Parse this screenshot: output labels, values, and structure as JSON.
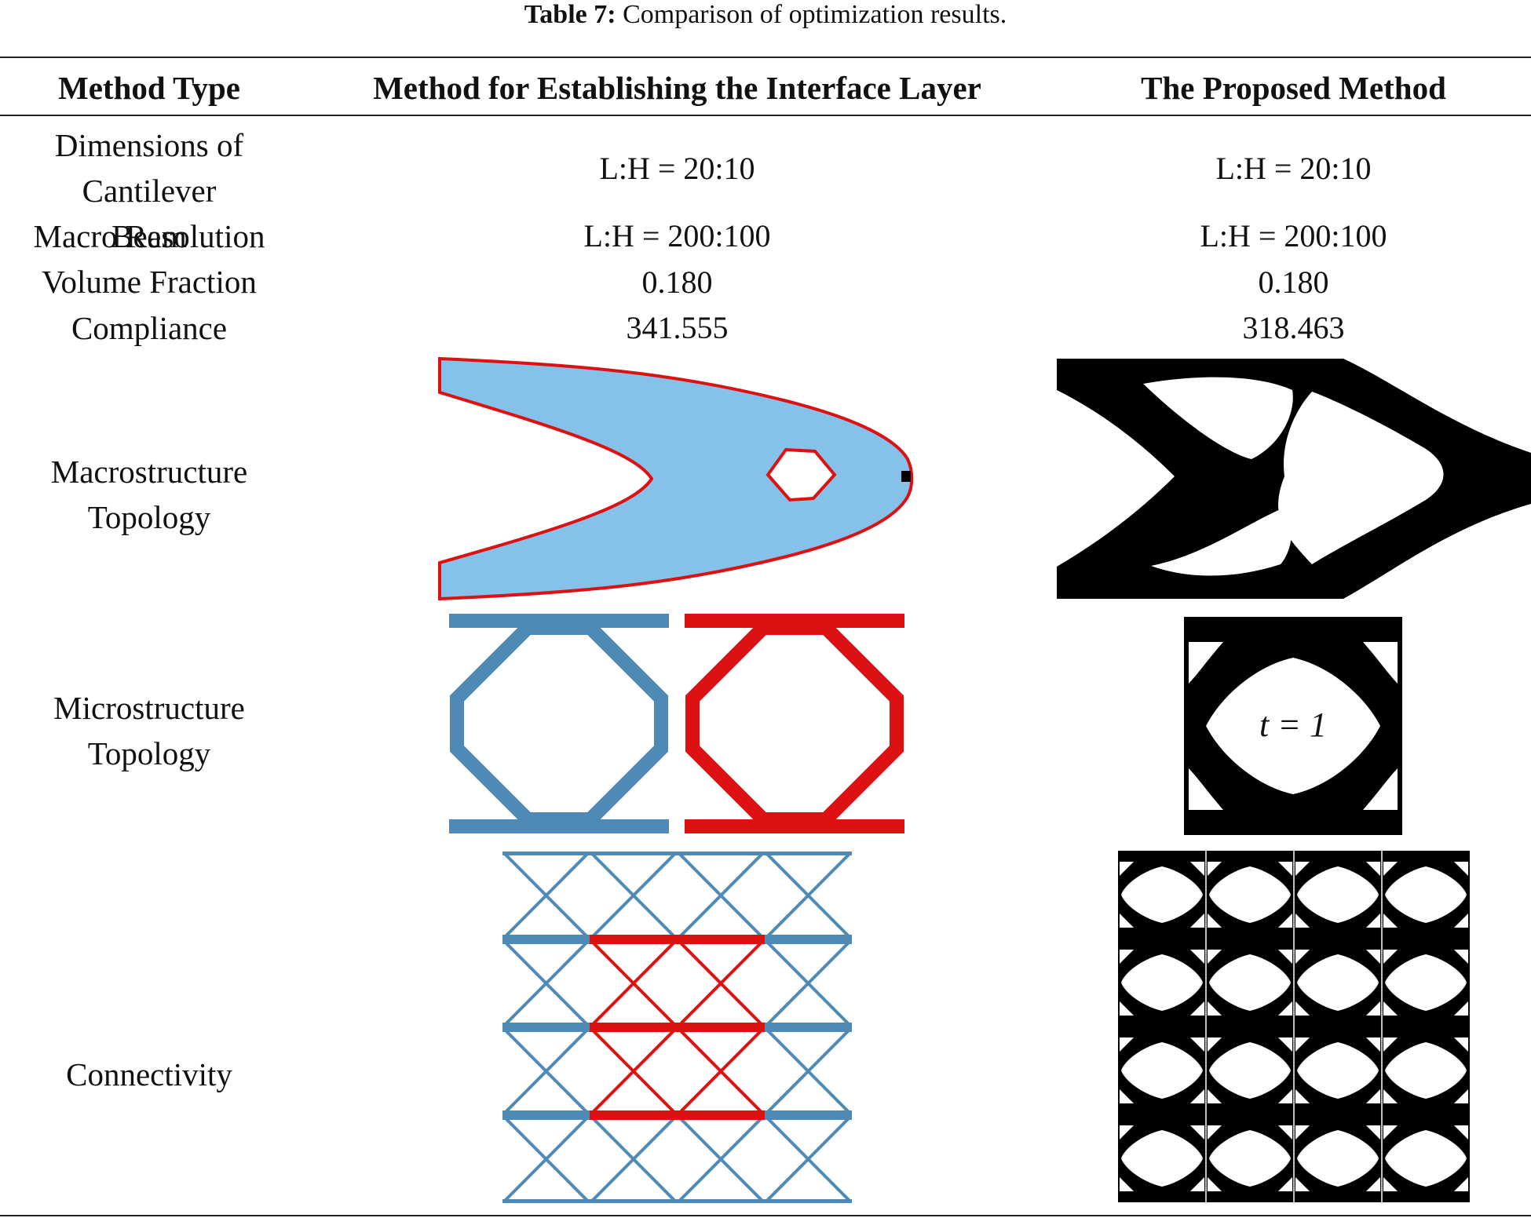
{
  "caption": {
    "label": "Table 7:",
    "text": "Comparison of optimization results."
  },
  "columns": {
    "method_type": "Method Type",
    "interface_layer": "Method for Establishing the Interface Layer",
    "proposed": "The Proposed Method"
  },
  "rows": [
    {
      "label": "Dimensions of Cantilever Beam",
      "interface_layer": "L:H = 20:10",
      "proposed": "L:H = 20:10"
    },
    {
      "label": "Macro Resolution",
      "interface_layer": "L:H = 200:100",
      "proposed": "L:H = 200:100"
    },
    {
      "label": "Volume Fraction",
      "interface_layer": "0.180",
      "proposed": "0.180"
    },
    {
      "label": "Compliance",
      "interface_layer": "341.555",
      "proposed": "318.463"
    }
  ],
  "image_rows": {
    "macro": "Macrostructure Topology",
    "micro": "Microstructure Topology",
    "connectivity": "Connectivity"
  },
  "micro_formula": "t = 1",
  "colors": {
    "blue_fill": "#85C1E9",
    "red": "#DD1111",
    "steel_blue": "#4F8AB7",
    "black": "#000000"
  }
}
